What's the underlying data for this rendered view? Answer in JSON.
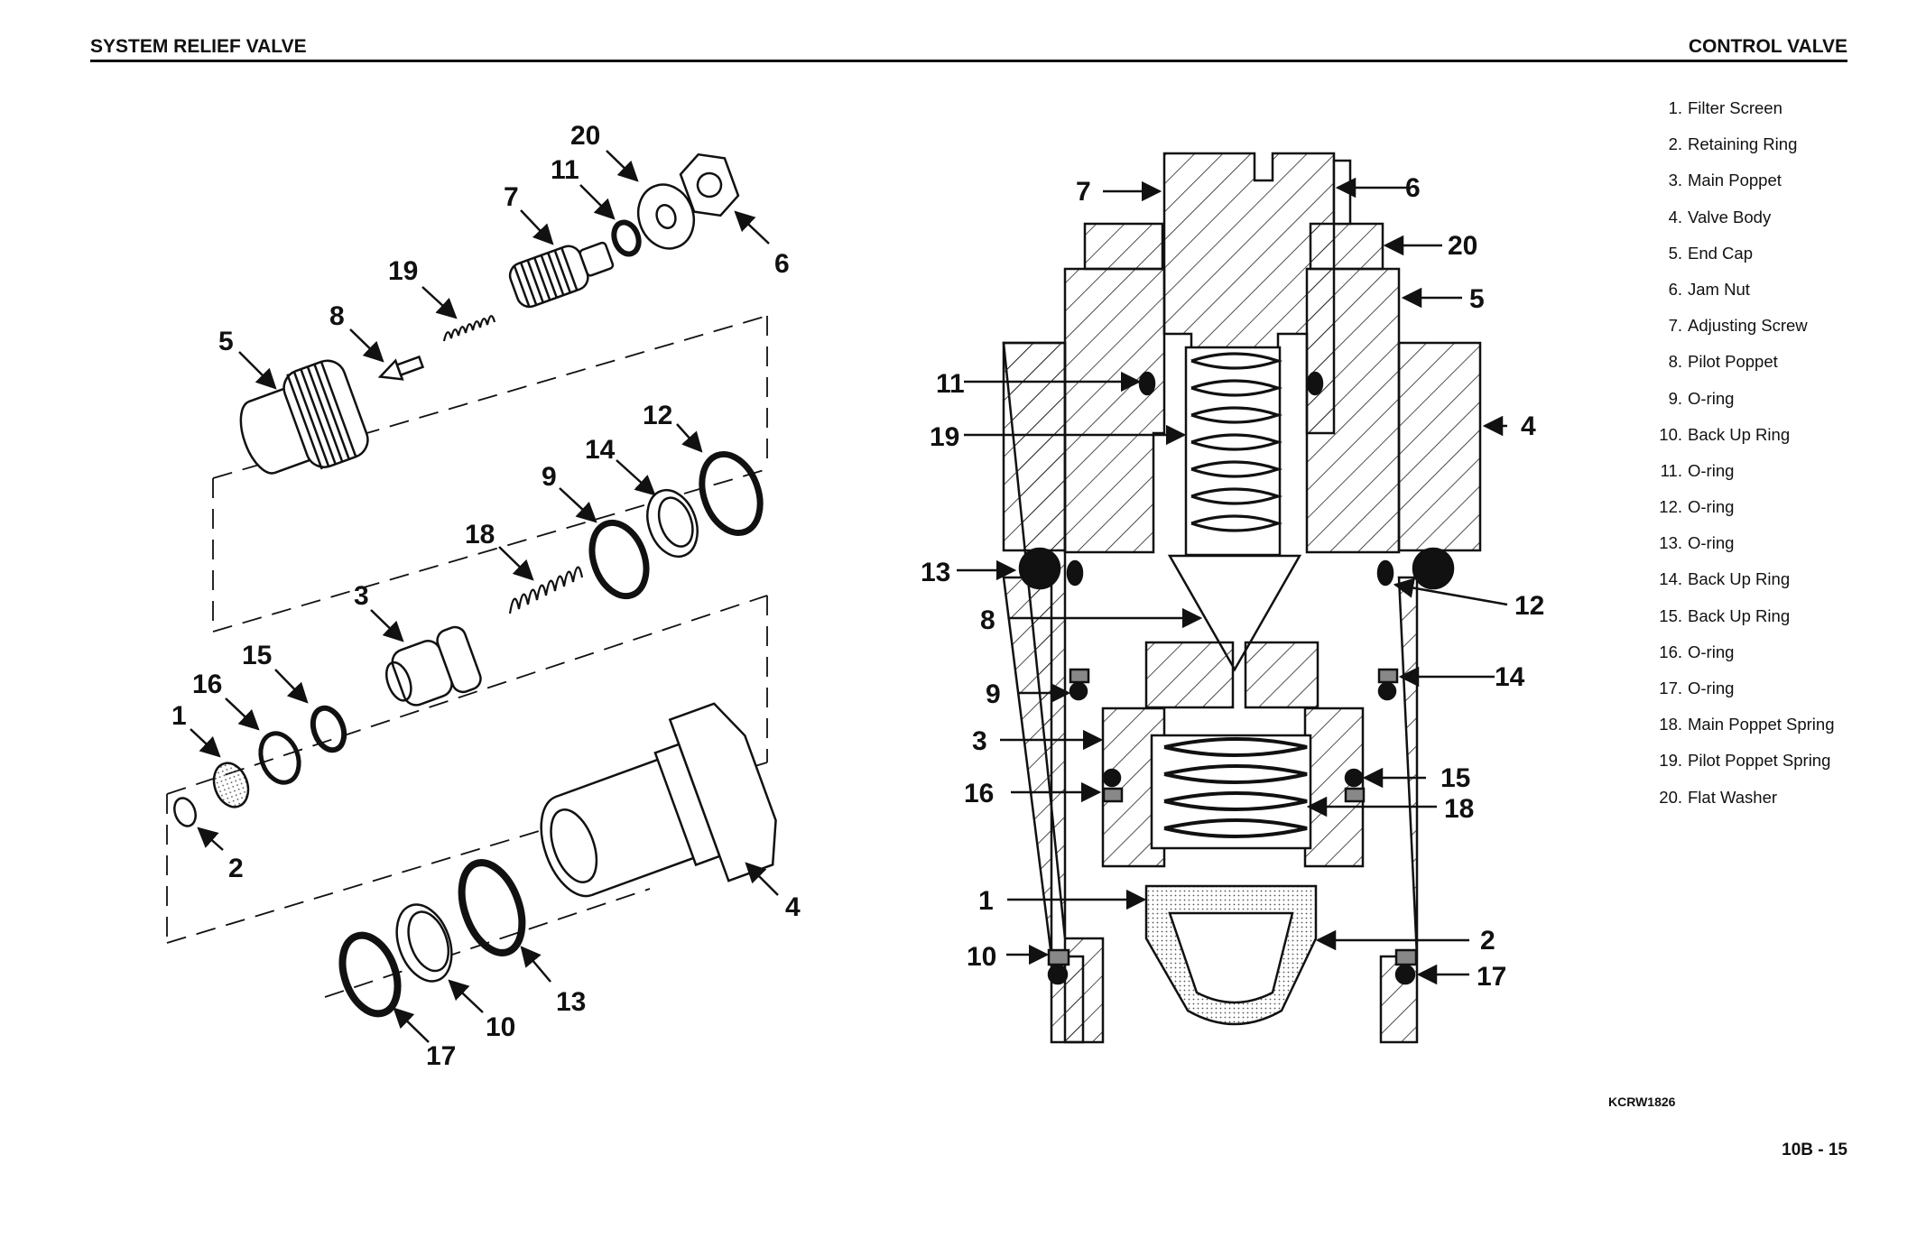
{
  "header": {
    "left_title": "SYSTEM RELIEF VALVE",
    "right_title": "CONTROL VALVE"
  },
  "parts": [
    {
      "num": "1.",
      "name": "Filter Screen"
    },
    {
      "num": "2.",
      "name": "Retaining Ring"
    },
    {
      "num": "3.",
      "name": "Main Poppet"
    },
    {
      "num": "4.",
      "name": "Valve Body"
    },
    {
      "num": "5.",
      "name": "End Cap"
    },
    {
      "num": "6.",
      "name": "Jam Nut"
    },
    {
      "num": "7.",
      "name": "Adjusting Screw"
    },
    {
      "num": "8.",
      "name": "Pilot Poppet"
    },
    {
      "num": "9.",
      "name": "O-ring"
    },
    {
      "num": "10.",
      "name": "Back Up Ring"
    },
    {
      "num": "11.",
      "name": "O-ring"
    },
    {
      "num": "12.",
      "name": "O-ring"
    },
    {
      "num": "13.",
      "name": "O-ring"
    },
    {
      "num": "14.",
      "name": "Back Up Ring"
    },
    {
      "num": "15.",
      "name": "Back Up Ring"
    },
    {
      "num": "16.",
      "name": "O-ring"
    },
    {
      "num": "17.",
      "name": "O-ring"
    },
    {
      "num": "18.",
      "name": "Main Poppet Spring"
    },
    {
      "num": "19.",
      "name": "Pilot Poppet Spring"
    },
    {
      "num": "20.",
      "name": "Flat Washer"
    }
  ],
  "exploded_callouts": [
    "20",
    "11",
    "7",
    "6",
    "19",
    "8",
    "5",
    "12",
    "14",
    "9",
    "18",
    "3",
    "15",
    "16",
    "1",
    "2",
    "4",
    "13",
    "10",
    "17"
  ],
  "section_callouts": [
    "7",
    "6",
    "20",
    "5",
    "11",
    "19",
    "4",
    "13",
    "12",
    "8",
    "9",
    "14",
    "3",
    "16",
    "15",
    "18",
    "1",
    "2",
    "10",
    "17"
  ],
  "figure_code": "KCRW1826",
  "page_number": "10B - 15"
}
